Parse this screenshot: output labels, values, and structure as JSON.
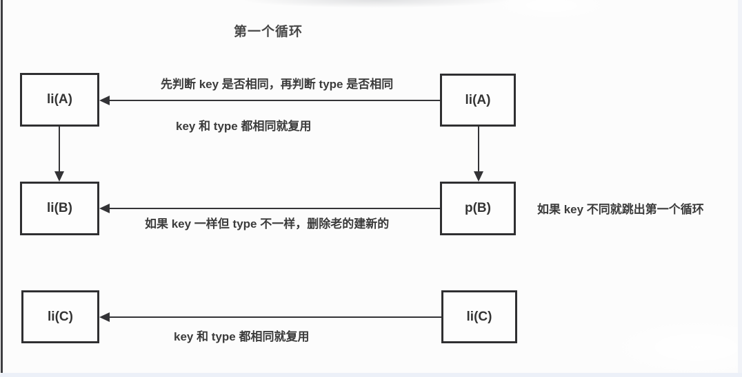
{
  "title": "第一个循环",
  "nodes": {
    "old_a": "li(A)",
    "old_b": "li(B)",
    "old_c": "li(C)",
    "new_a": "li(A)",
    "new_b": "p(B)",
    "new_c": "li(C)"
  },
  "annotations": {
    "compare_a": "先判断 key 是否相同，再判断 type 是否相同",
    "reuse_a": "key 和 type 都相同就复用",
    "replace_b": "如果 key 一样但 type 不一样，删除老的建新的",
    "break_loop": "如果 key 不同就跳出第一个循环",
    "reuse_c": "key 和 type 都相同就复用"
  },
  "edges": [
    {
      "from": "new_a",
      "to": "old_a",
      "direction": "left",
      "meaning": "compare"
    },
    {
      "from": "old_a",
      "to": "old_b",
      "direction": "down",
      "meaning": "next-sibling"
    },
    {
      "from": "new_a",
      "to": "new_b",
      "direction": "down",
      "meaning": "next-sibling"
    },
    {
      "from": "new_b",
      "to": "old_b",
      "direction": "left",
      "meaning": "compare"
    },
    {
      "from": "new_c",
      "to": "old_c",
      "direction": "left",
      "meaning": "compare"
    }
  ],
  "colors": {
    "line": "#333336",
    "box_border": "#2f2f31",
    "text": "#3b3b3b",
    "canvas": "#fcfcfc",
    "bottom_bar": "#ecf0f8",
    "left_rail": "#3d3d41"
  }
}
